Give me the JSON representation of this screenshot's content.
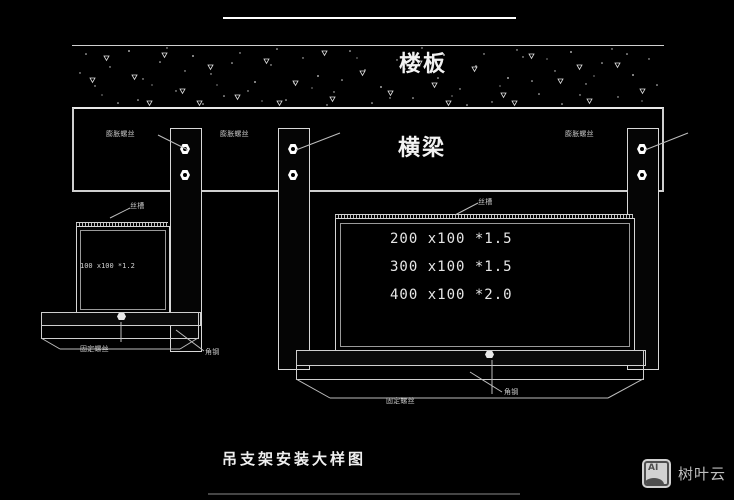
{
  "drawing": {
    "title": "吊支架安装大样图",
    "background_color": "#000000",
    "line_color": "#cfcfcf"
  },
  "structure": {
    "slab_label": "楼板",
    "beam_label": "横梁"
  },
  "annotations": {
    "anchor_bolt_left": "膨胀螺丝",
    "anchor_bolt_mid": "膨胀螺丝",
    "anchor_bolt_right": "膨胀螺丝",
    "trunking_left": "丝槽",
    "trunking_right": "丝槽",
    "fixing_screw_left": "固定螺丝",
    "fixing_screw_center": "固定螺丝",
    "angle_iron_left": "角钢",
    "angle_iron_right": "角钢"
  },
  "specs": {
    "small_trunking": "100 x100 *1.2",
    "large_trunking": [
      "200 x100 *1.5",
      "300 x100 *1.5",
      "400 x100 *2.0"
    ]
  },
  "watermark": {
    "icon": "ai-image-icon",
    "badge_text": "AI",
    "text": "树叶云"
  }
}
